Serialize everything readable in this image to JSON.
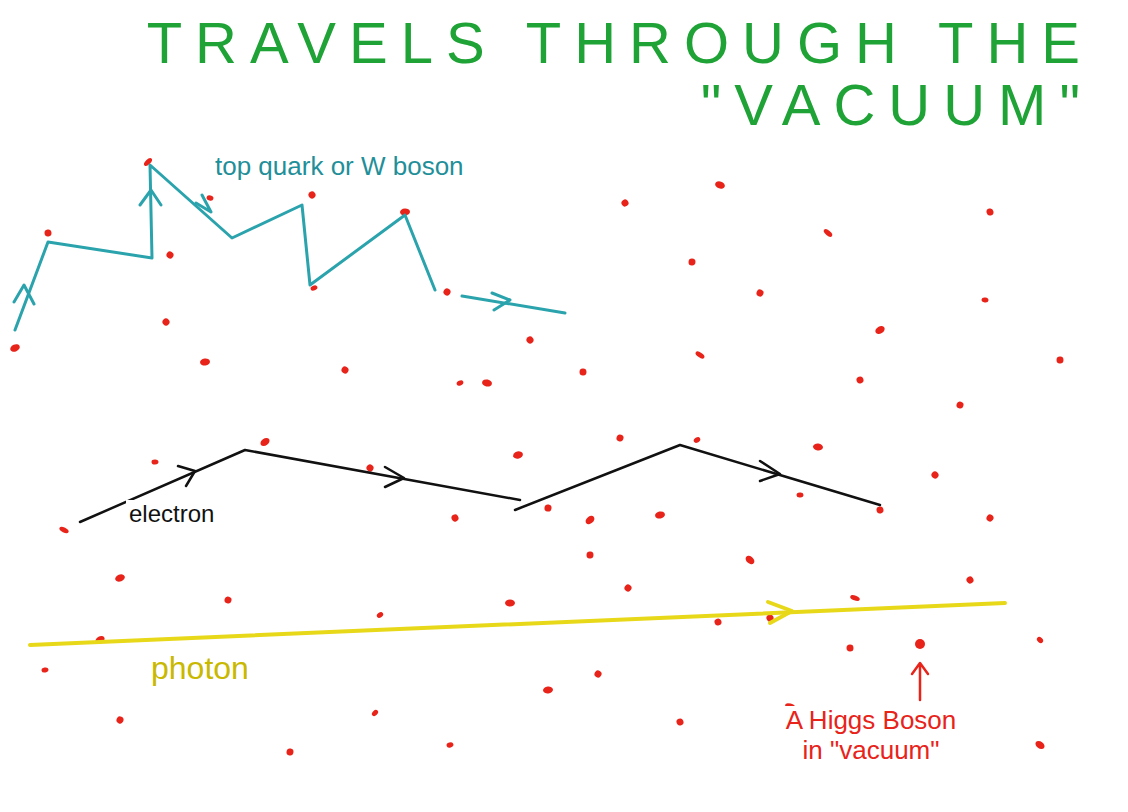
{
  "diagram": {
    "title": "TRAVELS THROUGH THE \"VACUUM\"",
    "labels": [
      "top quark or W boson",
      "electron",
      "photon",
      "A Higgs Boson in \"vacuum\""
    ]
  }
}
